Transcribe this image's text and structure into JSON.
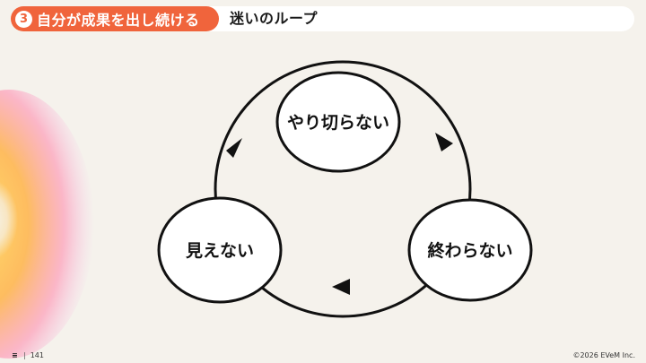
{
  "header": {
    "section_number": "3",
    "section_title": "自分が成果を出し続ける",
    "page_title": "迷いのループ"
  },
  "diagram": {
    "nodes": [
      {
        "id": "top",
        "label": "やり切らない"
      },
      {
        "id": "right",
        "label": "終わらない"
      },
      {
        "id": "left",
        "label": "見えない"
      }
    ],
    "edges": [
      {
        "from": "やり切らない",
        "to": "終わらない"
      },
      {
        "from": "終わらない",
        "to": "見えない"
      },
      {
        "from": "見えない",
        "to": "やり切らない"
      }
    ]
  },
  "footer": {
    "page_number": "141",
    "copyright": "©2026 EVeM Inc."
  },
  "colors": {
    "accent": "#f0643c",
    "background": "#f5f2ec"
  }
}
